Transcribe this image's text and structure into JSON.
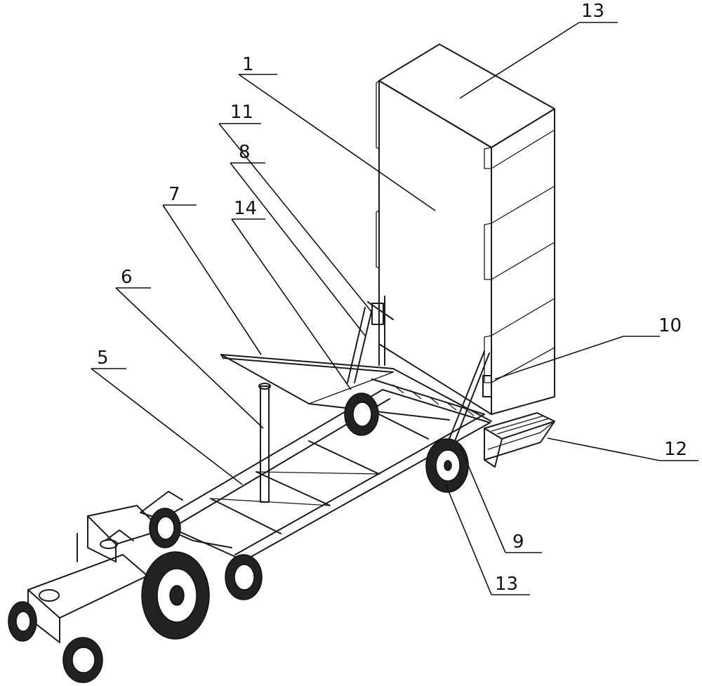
{
  "callouts": {
    "c13a": "13",
    "c1": "1",
    "c11": "11",
    "c8": "8",
    "c7": "7",
    "c14": "14",
    "c6": "6",
    "c5": "5",
    "c10": "10",
    "c12": "12",
    "c9": "9",
    "c13b": "13"
  },
  "colors": {
    "ink": "#1a1a1a",
    "background": "#ffffff"
  }
}
